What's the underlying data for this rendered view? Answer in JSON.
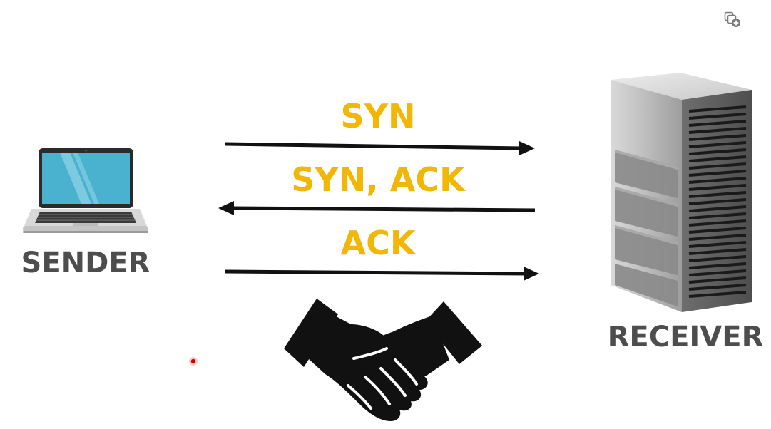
{
  "diagram": {
    "sender_label": "SENDER",
    "receiver_label": "RECEIVER",
    "messages": [
      {
        "label": "SYN",
        "direction": "sender-to-receiver"
      },
      {
        "label": "SYN, ACK",
        "direction": "receiver-to-sender"
      },
      {
        "label": "ACK",
        "direction": "sender-to-receiver"
      }
    ],
    "colors": {
      "message_text": "#F2B705",
      "role_text": "#4D4D4D",
      "arrow": "#111111"
    },
    "icons": {
      "sender": "laptop-icon",
      "receiver": "server-tower-icon",
      "center": "handshake-icon",
      "top_right": "add-to-collection-icon",
      "pointer": "laser-pointer-dot"
    }
  }
}
